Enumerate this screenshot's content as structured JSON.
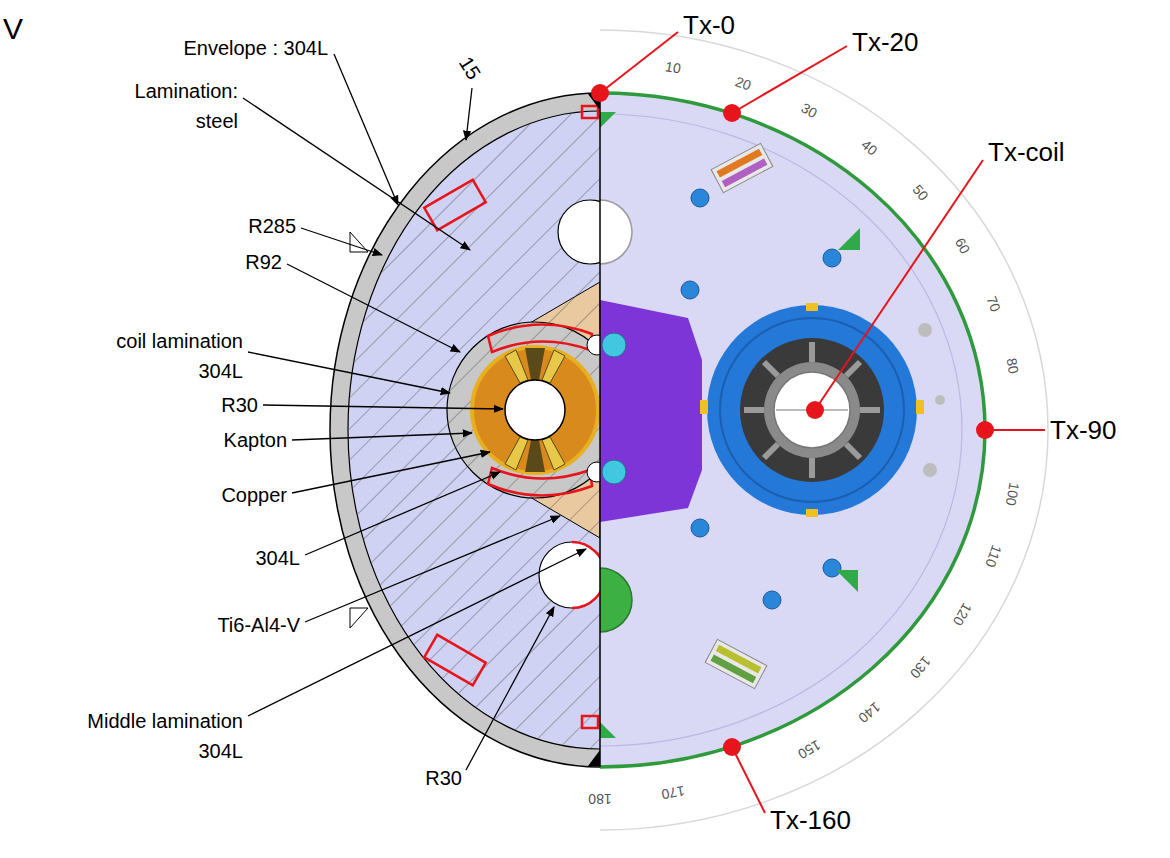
{
  "diagram": {
    "labels": [
      "V",
      "Envelope : 304L",
      "15",
      "Lamination: steel",
      "R285",
      "R92",
      "coil lamination 304L",
      "R30",
      "Kapton",
      "Copper",
      "304L",
      "Ti6-Al4-V",
      "Middle lamination 304L",
      "R30",
      "Tx-0",
      "Tx-20",
      "Tx-coil",
      "Tx-90",
      "Tx-160",
      "10",
      "20",
      "30",
      "40",
      "50",
      "60",
      "70",
      "80",
      "100",
      "110",
      "120",
      "130",
      "140",
      "150",
      "170",
      "180"
    ]
  }
}
